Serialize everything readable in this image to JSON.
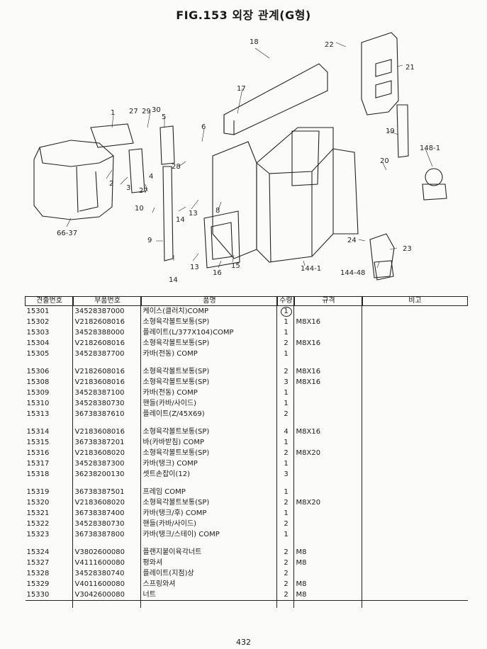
{
  "header": {
    "title": "FIG.153 외장 관계(G형)"
  },
  "diagram": {
    "callouts": [
      "18",
      "22",
      "21",
      "17",
      "1",
      "27",
      "29",
      "30",
      "5",
      "6",
      "19",
      "148-1",
      "20",
      "28",
      "2",
      "3",
      "27",
      "4",
      "66-37",
      "10",
      "14",
      "13",
      "8",
      "9",
      "24",
      "23",
      "14",
      "13",
      "16",
      "15",
      "144-1",
      "144-48"
    ]
  },
  "table": {
    "headers": [
      "견출번호",
      "부품번호",
      "품명",
      "수량",
      "규격",
      "비고"
    ],
    "rows": [
      {
        "no": "15301",
        "part": "34528387000",
        "name": "케이스(클러치)COMP",
        "qty": "1",
        "spec": "",
        "circled": true
      },
      {
        "no": "15302",
        "part": "V2182608016",
        "name": "소형육각볼트보통(SP)",
        "qty": "1",
        "spec": "M8X16"
      },
      {
        "no": "15303",
        "part": "34528388000",
        "name": "플레이트(L/377X104)COMP",
        "qty": "1",
        "spec": ""
      },
      {
        "no": "15304",
        "part": "V2182608016",
        "name": "소형육각볼트보통(SP)",
        "qty": "2",
        "spec": "M8X16"
      },
      {
        "no": "15305",
        "part": "34528387700",
        "name": "카바(전동) COMP",
        "qty": "1",
        "spec": ""
      },
      {
        "gap": true
      },
      {
        "no": "15306",
        "part": "V2182608016",
        "name": "소형육각볼트보통(SP)",
        "qty": "2",
        "spec": "M8X16"
      },
      {
        "no": "15308",
        "part": "V2183608016",
        "name": "소형육각볼트보통(SP)",
        "qty": "3",
        "spec": "M8X16"
      },
      {
        "no": "15309",
        "part": "34528387100",
        "name": "카바(전동) COMP",
        "qty": "1",
        "spec": ""
      },
      {
        "no": "15310",
        "part": "34528380730",
        "name": "핸들(카바/사이드)",
        "qty": "1",
        "spec": ""
      },
      {
        "no": "15313",
        "part": "36738387610",
        "name": "플레이트(Z/45X69)",
        "qty": "2",
        "spec": ""
      },
      {
        "gap": true
      },
      {
        "no": "15314",
        "part": "V2183608016",
        "name": "소형육각볼트보통(SP)",
        "qty": "4",
        "spec": "M8X16"
      },
      {
        "no": "15315",
        "part": "36738387201",
        "name": "바(카바받침) COMP",
        "qty": "1",
        "spec": ""
      },
      {
        "no": "15316",
        "part": "V2183608020",
        "name": "소형육각볼트보통(SP)",
        "qty": "2",
        "spec": "M8X20"
      },
      {
        "no": "15317",
        "part": "34528387300",
        "name": "카바(탱크) COMP",
        "qty": "1",
        "spec": ""
      },
      {
        "no": "15318",
        "part": "36238200130",
        "name": "셋트손잡이(12)",
        "qty": "3",
        "spec": ""
      },
      {
        "gap": true
      },
      {
        "no": "15319",
        "part": "36738387501",
        "name": "프레임 COMP",
        "qty": "1",
        "spec": ""
      },
      {
        "no": "15320",
        "part": "V2183608020",
        "name": "소형육각볼트보통(SP)",
        "qty": "2",
        "spec": "M8X20"
      },
      {
        "no": "15321",
        "part": "36738387400",
        "name": "카바(탱크/후) COMP",
        "qty": "1",
        "spec": ""
      },
      {
        "no": "15322",
        "part": "34528380730",
        "name": "핸들(카바/사이드)",
        "qty": "2",
        "spec": ""
      },
      {
        "no": "15323",
        "part": "36738387800",
        "name": "카바(탱크/스테이) COMP",
        "qty": "1",
        "spec": ""
      },
      {
        "gap": true
      },
      {
        "no": "15324",
        "part": "V3802600080",
        "name": "플랜지붙이육각너트",
        "qty": "2",
        "spec": "M8"
      },
      {
        "no": "15327",
        "part": "V4111600080",
        "name": "평와셔",
        "qty": "2",
        "spec": "M8"
      },
      {
        "no": "15328",
        "part": "34528380740",
        "name": "플레이트(지점)상",
        "qty": "2",
        "spec": ""
      },
      {
        "no": "15329",
        "part": "V4011600080",
        "name": "스프링와셔",
        "qty": "2",
        "spec": "M8"
      },
      {
        "no": "15330",
        "part": "V3042600080",
        "name": "너트",
        "qty": "2",
        "spec": "M8"
      }
    ]
  },
  "footer": {
    "page_number": "432"
  }
}
